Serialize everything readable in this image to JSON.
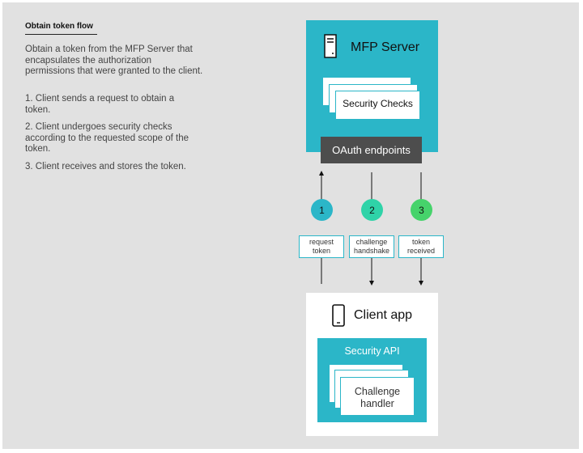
{
  "title": "Obtain token flow",
  "description": {
    "intro": "Obtain a token from the MFP Server that encapsulates the authorization permissions that were granted to the client.",
    "steps": [
      "1. Client sends a request to obtain a token.",
      "2. Client undergoes security checks according to the requested scope of the token.",
      "3. Client receives and stores the token."
    ]
  },
  "server": {
    "title": "MFP Server",
    "icon": "server-icon",
    "security_checks_label": "Security Checks",
    "oauth_label": "OAuth endpoints"
  },
  "client": {
    "title": "Client app",
    "icon": "mobile-phone-icon",
    "security_api_label": "Security API",
    "challenge_handler_line1": "Challenge",
    "challenge_handler_line2": "handler"
  },
  "flow": [
    {
      "number": "1",
      "line1": "request",
      "line2": "token",
      "direction": "up",
      "color": "#2bb6c8"
    },
    {
      "number": "2",
      "line1": "challenge",
      "line2": "handshake",
      "direction": "down",
      "color": "#2fd3a8"
    },
    {
      "number": "3",
      "line1": "token",
      "line2": "received",
      "direction": "down",
      "color": "#46d36b"
    }
  ],
  "colors": {
    "background": "#e1e1e1",
    "accent": "#2bb6c8",
    "dark": "#4d4d4d"
  }
}
